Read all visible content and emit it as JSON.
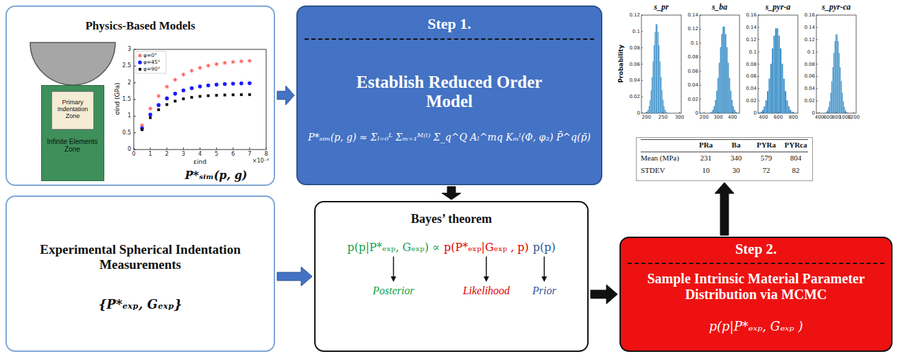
{
  "diagram": {
    "nodes": [
      {
        "text": [
          "Physics-Based Models",
          "P*ₛᵢₘ(p, g)"
        ]
      },
      {
        "text": [
          "Infinite Elements Zone"
        ],
        "in": 0
      },
      {
        "text": [
          "Primary Indentation Zone"
        ],
        "in": 1
      },
      {
        "text": [
          "Step 1.",
          "Establish Reduced Order Model",
          "P*ₛᵢₘ(p, g) ≈ Σₗ₌₀ᴸ Σₘ₌₁ᴹ⁽ˡ⁾ Σ_q^Q Aₗ^mq Kₘˡ(Φ, φ₂) P̄^q(p̄)"
        ]
      },
      {
        "text": [
          "Experimental Spherical Indentation Measurements",
          "{P*ₑₓₚ, Gₑₓₚ}"
        ]
      },
      {
        "text": [
          "Bayes’ theorem",
          "p(p|P*ₑₓₚ, Gₑₓₚ) ∝",
          "p(P*ₑₓₚ|Gₑₓₚ , p)",
          "p(p)"
        ]
      },
      {
        "text": [
          "Step 2.",
          "Sample Intrinsic Material Parameter Distribution via MCMC",
          "p(p|P*ₑₓₚ, Gₑₓₚ )"
        ]
      },
      {
        "text": [
          "PRa",
          "Ba",
          "PYRa",
          "PYRca",
          "Mean (MPa)",
          "231",
          "340",
          "579",
          "804",
          "STDEV",
          "10",
          "30",
          "72",
          "82"
        ]
      }
    ],
    "edges": [
      {
        "from": 0,
        "to": 3,
        "arrow": "to"
      },
      {
        "from": 3,
        "to": 5,
        "arrow": "to"
      },
      {
        "from": 4,
        "to": 5,
        "arrow": "to"
      },
      {
        "from": 5,
        "to": 6,
        "arrow": "to"
      },
      {
        "from": 6,
        "to": 7,
        "arrow": "to"
      }
    ],
    "labels": [
      "σind (GPa)",
      "εind",
      "0",
      "0.5",
      "1",
      "1.5",
      "2",
      "2.5",
      "3",
      "0",
      "1",
      "2",
      "3",
      "4",
      "5",
      "6",
      "7",
      "8",
      "×10⁻³",
      "Posterior",
      "Likelihood",
      "Prior",
      "Probability",
      "s_pr",
      "s_ba",
      "s_pyr-a",
      "s_pyr-ca",
      "0",
      "0.02",
      "0.04",
      "0.06",
      "0.08",
      "0.1",
      "0.12",
      "200",
      "250",
      "300",
      "0",
      "0.02",
      "0.04",
      "0.06",
      "0.08",
      "0.1",
      "0.12",
      "0.14",
      "200",
      "300",
      "400",
      "0",
      "0.02",
      "0.04",
      "0.06",
      "0.08",
      "0.1",
      "0.12",
      "0.14",
      "0.16",
      "400",
      "600",
      "800",
      "0",
      "0.02",
      "0.04",
      "0.06",
      "0.08",
      "0.1",
      "0.12",
      "0.14",
      "0.16",
      "400",
      "600",
      "800",
      "1000",
      "1200"
    ],
    "legend": [
      {
        "text": "φ=0°"
      },
      {
        "text": "φ=45°"
      },
      {
        "text": "φ=90°"
      }
    ]
  }
}
